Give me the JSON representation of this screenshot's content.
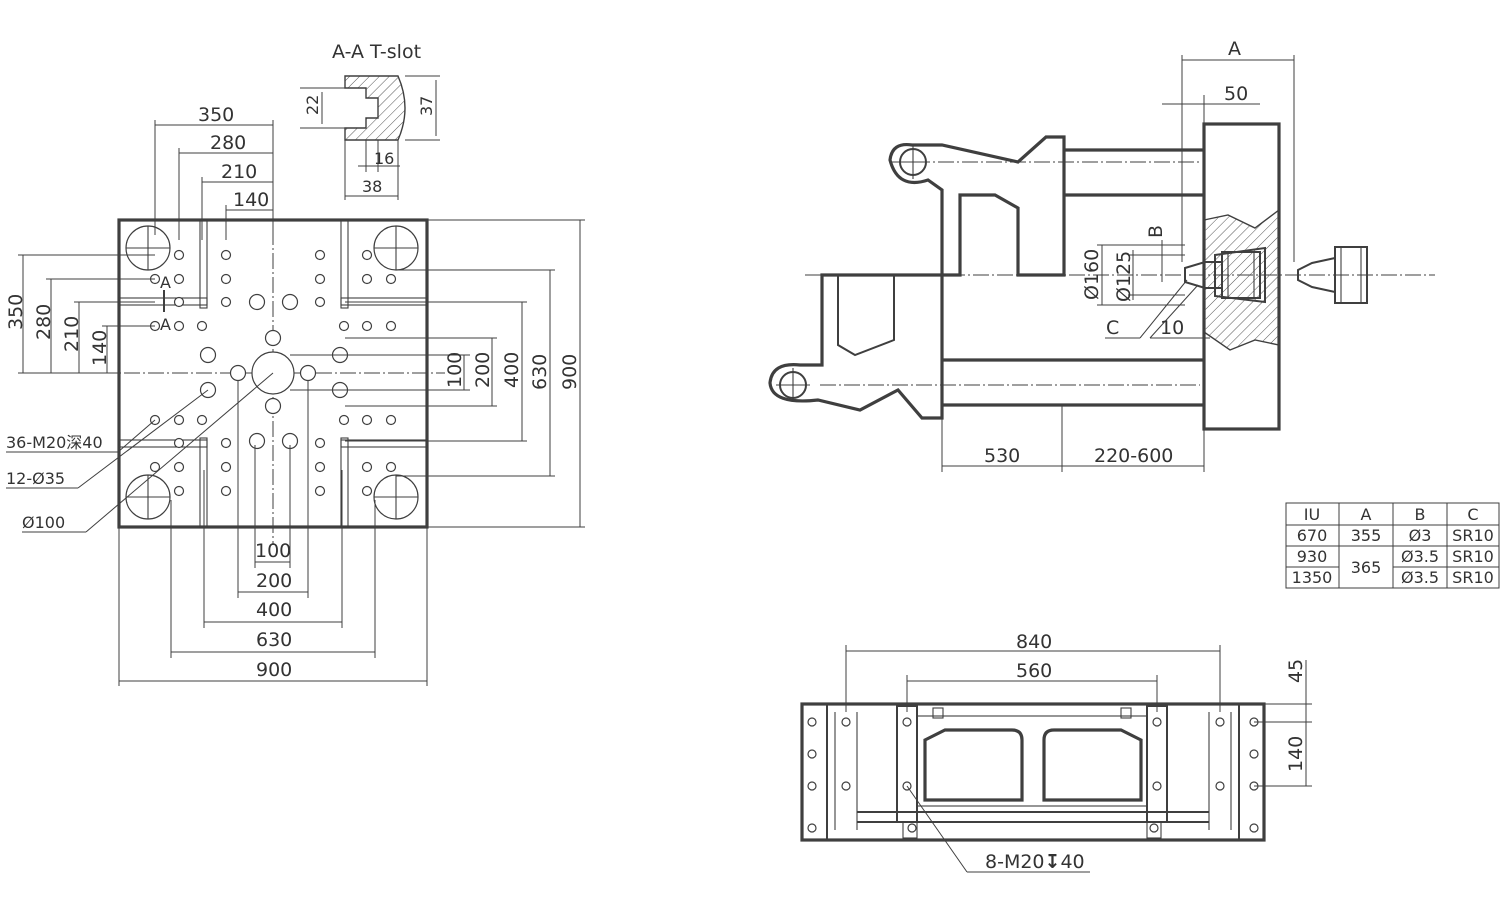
{
  "section_title": "A-A T-slot",
  "tslot_dims": [
    "22",
    "37",
    "16",
    "38"
  ],
  "platen_top_dims": [
    "350",
    "280",
    "210",
    "140"
  ],
  "platen_left_dims": [
    "350",
    "280",
    "210",
    "140"
  ],
  "platen_right_dims": [
    "100",
    "200",
    "400",
    "630",
    "900"
  ],
  "platen_bottom_dims": [
    "100",
    "200",
    "400",
    "630",
    "900"
  ],
  "section_marks": [
    "A",
    "A"
  ],
  "callouts": [
    "36-M20深40",
    "12-Ø35",
    "Ø100"
  ],
  "side_view": {
    "top_dims": [
      "A",
      "50"
    ],
    "vertical_labels": [
      "Ø160",
      "Ø125",
      "B"
    ],
    "nozzle_labels": [
      "C",
      "10"
    ],
    "bottom_dims": [
      "530",
      "220-600"
    ]
  },
  "spec_table": {
    "headers": [
      "IU",
      "A",
      "B",
      "C"
    ],
    "iu": [
      "670",
      "930",
      "1350"
    ],
    "a": [
      "355",
      "365"
    ],
    "b": [
      "Ø3",
      "Ø3.5",
      "Ø3.5"
    ],
    "c": [
      "SR10",
      "SR10",
      "SR10"
    ]
  },
  "base_view": {
    "top_dims": [
      "840",
      "560"
    ],
    "right_dims": [
      "45",
      "140"
    ],
    "callout": "8-M20",
    "callout_symbol": "↧",
    "callout_depth": "40"
  }
}
